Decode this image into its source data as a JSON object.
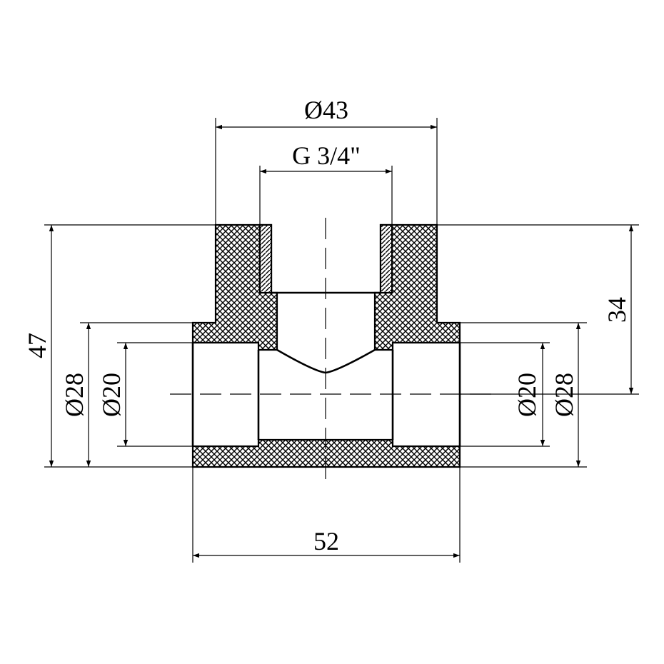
{
  "dimensions": {
    "top_outer": "Ø43",
    "top_thread": "G 3/4\"",
    "left_height": "47",
    "right_height": "34",
    "left_outer_diameter": "Ø28",
    "left_inner_diameter": "Ø20",
    "right_inner_diameter": "Ø20",
    "right_outer_diameter": "Ø28",
    "bottom_length": "52"
  },
  "colors": {
    "line": "#000000",
    "background": "#ffffff"
  }
}
